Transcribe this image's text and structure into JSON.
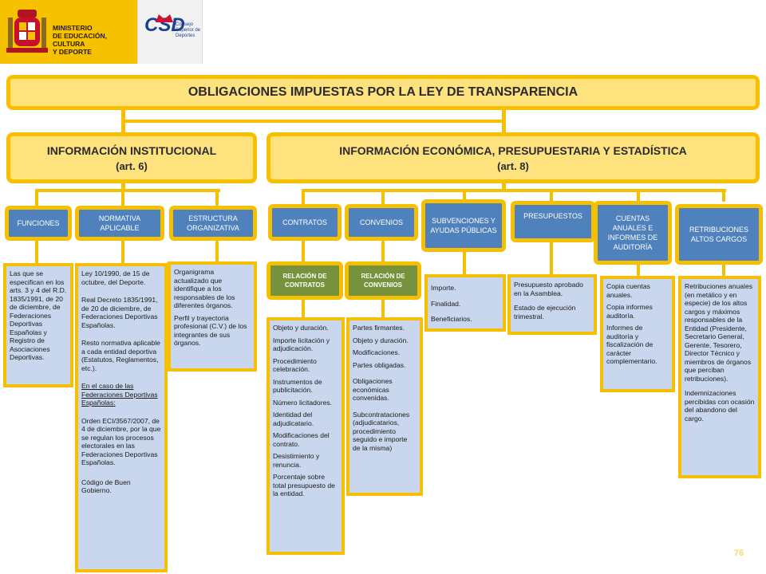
{
  "header": {
    "ministry_lines": [
      "MINISTERIO",
      "DE EDUCACIÓN, CULTURA",
      "Y DEPORTE"
    ],
    "csd_logo": "CSD",
    "csd_lines": [
      "Consejo",
      "Superior de",
      "Deportes"
    ]
  },
  "title": "OBLIGACIONES IMPUESTAS POR LA LEY DE TRANSPARENCIA",
  "institutional": {
    "title": "INFORMACIÓN INSTITUCIONAL",
    "subtitle": "(art. 6)"
  },
  "economic": {
    "title": "INFORMACIÓN ECONÓMICA, PRESUPUESTARIA Y ESTADÍSTICA",
    "subtitle": "(art. 8)"
  },
  "categories": {
    "funciones": "FUNCIONES",
    "normativa": "NORMATIVA APLICABLE",
    "estructura": "ESTRUCTURA ORGANIZATIVA",
    "contratos": "CONTRATOS",
    "convenios": "CONVENIOS",
    "subvenciones": "SUBVENCIONES Y AYUDAS PÚBLICAS",
    "presupuestos": "PRESUPUESTOS",
    "cuentas": "CUENTAS ANUALES E INFORMES DE AUDITORÍA",
    "retribuciones": "RETRIBUCIONES ALTOS CARGOS"
  },
  "relations": {
    "contratos": "RELACIÓN DE CONTRATOS",
    "convenios": "RELACIÓN DE CONVENIOS"
  },
  "details": {
    "funciones": [
      "Las que se especifican en los arts. 3 y 4 del R.D. 1835/1991, de 20 de diciembre, de Federaciones Deportivas Españolas y Registro de Asociaciones Deportivas."
    ],
    "normativa": [
      "Ley 10/1990, de 15 de octubre, del Deporte.",
      "Real Decreto 1835/1991, de 20 de diciembre, de Federaciones Deportivas Españolas.",
      "Resto normativa aplicable a cada entidad deportiva (Estatutos, Reglamentos, etc.).",
      "En el caso de las Federaciones Deportivas Españolas:",
      "Orden ECI/3567/2007, de 4 de diciembre, por la que se regulan los procesos electorales en las Federaciones Deportivas Españolas.",
      "Código de Buen Gobierno."
    ],
    "estructura": [
      "Organigrama actualizado que identifique a los responsables de los diferentes órganos.",
      "Perfil y trayectoria profesional (C.V.) de los integrantes de sus órganos."
    ],
    "contratos": [
      "Objeto y duración.",
      "Importe licitación y adjudicación.",
      "Procedimiento celebración.",
      "Instrumentos de publicitación.",
      "Número licitadores.",
      "Identidad del adjudicatario.",
      "Modificaciones del contrato.",
      "Desistimiento y renuncia.",
      "Porcentaje sobre total presupuesto de la entidad."
    ],
    "convenios": [
      "Partes firmantes.",
      "Objeto y duración.",
      "Modificaciones.",
      "Partes obligadas.",
      "Obligaciones económicas convenidas.",
      "Subcontrataciones (adjudicatarios, procedimiento seguido e importe de la misma)"
    ],
    "subvenciones": [
      "Importe.",
      "Finalidad.",
      "Beneficiarios."
    ],
    "presupuestos": [
      "Presupuesto aprobado en la Asamblea.",
      "Estado de ejecución trimestral."
    ],
    "cuentas": [
      "Copia cuentas anuales.",
      "Copia informes auditoría.",
      "Informes de auditoría y fiscalización de carácter complementario."
    ],
    "retribuciones": [
      "Retribuciones anuales (en metálico y en especie) de los altos cargos y máximos responsables de la Entidad (Presidente, Secretario General, Gerente, Tesorero, Director Técnico y miembros de órganos que perciban retribuciones).",
      "Indemnizaciones percibidas con ocasión del abandono del cargo."
    ]
  },
  "page_number": "76",
  "colors": {
    "yellow": "#f6c000",
    "light_yellow": "#fde27e",
    "blue": "#4f81bd",
    "green": "#76923c",
    "light_blue": "#c9d7ee"
  }
}
